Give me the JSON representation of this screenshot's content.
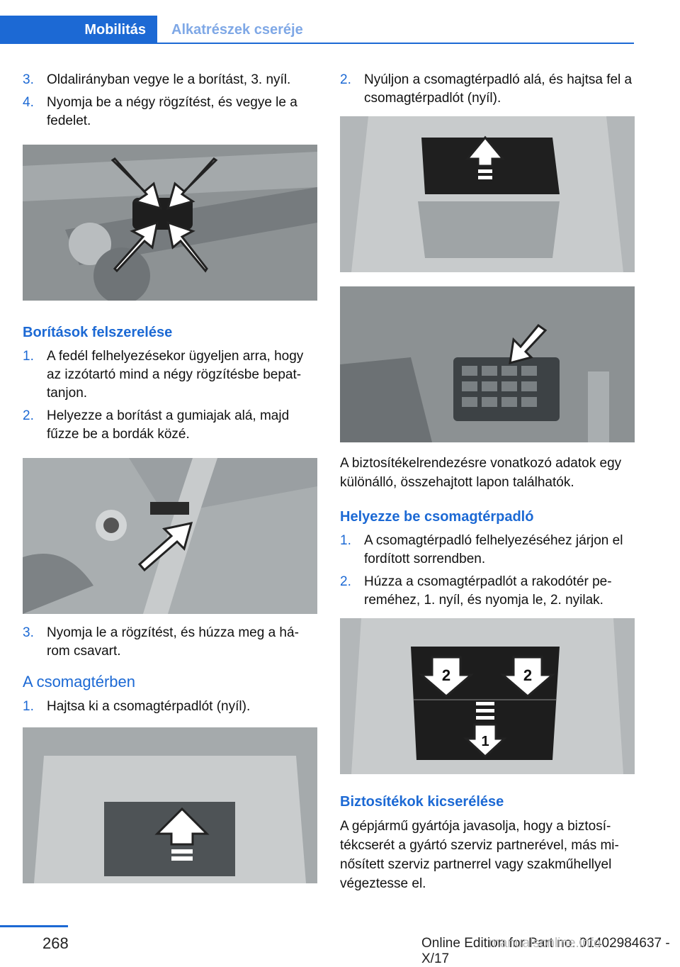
{
  "header": {
    "section": "Mobilitás",
    "subsection": "Alkatrészek cseréje"
  },
  "left": {
    "steps_a": [
      {
        "num": "3.",
        "text": "Oldalirányban vegye le a borítást, 3. nyíl."
      },
      {
        "num": "4.",
        "text": "Nyomja be a négy rögzítést, és vegye le a fedelet."
      }
    ],
    "heading_covers": "Borítások felszerelése",
    "steps_b": [
      {
        "num": "1.",
        "text": "A fedél felhelyezésekor ügyeljen arra, hogy az izzótartó mind a négy rögzítésbe bepat­tanjon."
      },
      {
        "num": "2.",
        "text": "Helyezze a borítást a gumiajak alá, majd fűzze be a bordák közé."
      }
    ],
    "steps_c": [
      {
        "num": "3.",
        "text": "Nyomja le a rögzítést, és húzza meg a há­rom csavart."
      }
    ],
    "heading_trunk": "A csomagtérben",
    "steps_d": [
      {
        "num": "1.",
        "text": "Hajtsa ki a csomagtérpadlót (nyíl)."
      }
    ]
  },
  "right": {
    "steps_a": [
      {
        "num": "2.",
        "text": "Nyúljon a csomagtérpadló alá, és hajtsa fel a csomagtérpadlót (nyíl)."
      }
    ],
    "para_fuse": "A biztosítékelrendezésre vonatkozó adatok egy különálló, összehajtott lapon találhatók.",
    "heading_insert": "Helyezze be csomagtérpadló",
    "steps_b": [
      {
        "num": "1.",
        "text": "A csomagtérpadló felhelyezéséhez járjon el fordított sorrendben."
      },
      {
        "num": "2.",
        "text": "Húzza a csomagtérpadlót a rakodótér pe­reméhez, 1. nyíl, és nyomja le, 2. nyilak."
      }
    ],
    "fig_labels": {
      "arrow1": "1",
      "arrow2a": "2",
      "arrow2b": "2"
    },
    "heading_replace": "Biztosítékok kicserélése",
    "para_replace": "A gépjármű gyártója javasolja, hogy a biztosí­tékcserét a gyártó szerviz partnerével, más mi­nősített szerviz partnerrel vagy szakműhellyel végeztesse el."
  },
  "footer": {
    "page": "268",
    "edition": "Online Edition for Part no. 01402984637 - X/17",
    "watermark": "manualsonline.info"
  }
}
